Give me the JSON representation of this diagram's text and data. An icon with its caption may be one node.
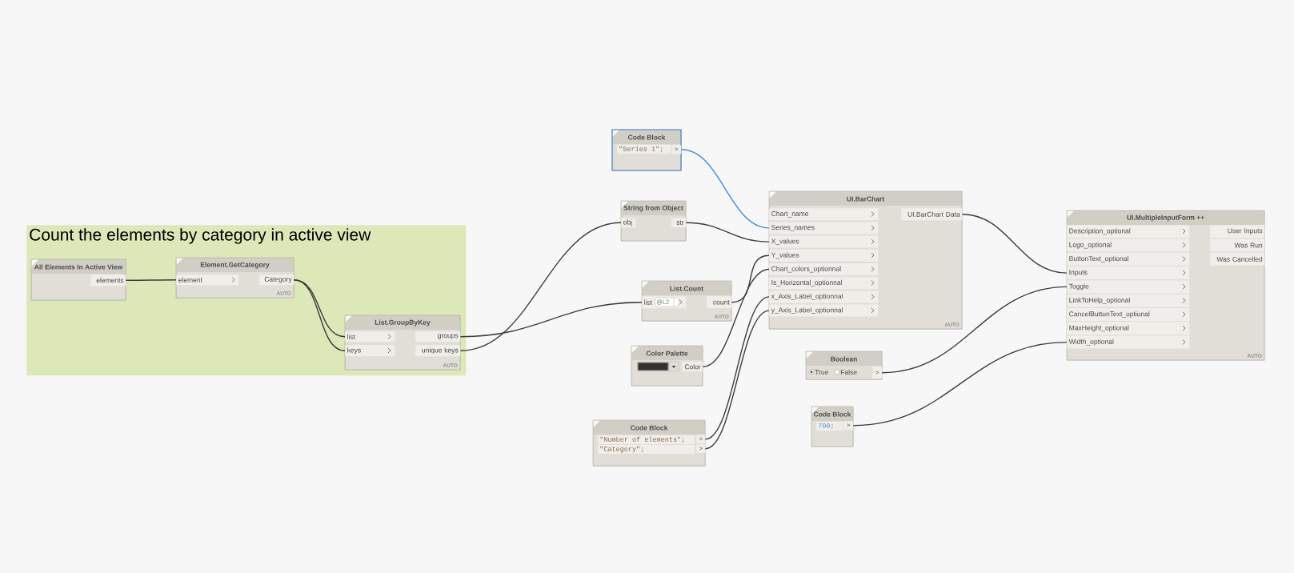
{
  "diagram": {
    "nodes": [
      {
        "text": [
          "Count the elements by category in active view"
        ]
      },
      {
        "text": [
          "All Elements In Active View"
        ],
        "in": 0
      },
      {
        "text": [
          "elements"
        ],
        "in": 1
      },
      {
        "text": [
          "Element.GetCategory",
          "AUTO"
        ],
        "in": 0
      },
      {
        "text": [
          "element"
        ],
        "in": 3
      },
      {
        "text": [
          "Category"
        ],
        "in": 3
      },
      {
        "text": [
          "List.GroupByKey",
          "AUTO"
        ],
        "in": 0
      },
      {
        "text": [
          "list"
        ],
        "in": 6
      },
      {
        "text": [
          "keys"
        ],
        "in": 6
      },
      {
        "text": [
          "groups"
        ],
        "in": 6
      },
      {
        "text": [
          "unique keys"
        ],
        "in": 6
      },
      {
        "text": [
          "Code Block",
          "\"Series 1\";"
        ]
      },
      {
        "text": [
          ">"
        ],
        "in": 11
      },
      {
        "text": [
          "String from Object"
        ]
      },
      {
        "text": [
          "obj"
        ],
        "in": 13
      },
      {
        "text": [
          "str"
        ],
        "in": 13
      },
      {
        "text": [
          "List.Count",
          "AUTO"
        ]
      },
      {
        "text": [
          "list",
          "@L2"
        ],
        "in": 16
      },
      {
        "text": [
          "count"
        ],
        "in": 16
      },
      {
        "text": [
          "UI.BarChart",
          "AUTO"
        ]
      },
      {
        "text": [
          "Chart_name"
        ],
        "in": 19
      },
      {
        "text": [
          "Series_names"
        ],
        "in": 19
      },
      {
        "text": [
          "X_values"
        ],
        "in": 19
      },
      {
        "text": [
          "Y_values"
        ],
        "in": 19
      },
      {
        "text": [
          "Chart_colors_optionnal"
        ],
        "in": 19
      },
      {
        "text": [
          "Is_Horizontal_optionnal"
        ],
        "in": 19
      },
      {
        "text": [
          "x_Axis_Label_optionnal"
        ],
        "in": 19
      },
      {
        "text": [
          "y_Axis_Label_optionnal"
        ],
        "in": 19
      },
      {
        "text": [
          "UI.BarChart Data"
        ],
        "in": 19
      },
      {
        "text": [
          "Color Palette"
        ]
      },
      {
        "text": [
          "Color"
        ],
        "in": 29
      },
      {
        "text": [
          "Code Block",
          "\"Number of elements\";",
          "\"Category\";"
        ]
      },
      {
        "text": [
          ">"
        ],
        "in": 31
      },
      {
        "text": [
          ">"
        ],
        "in": 31
      },
      {
        "text": [
          "Boolean",
          "True",
          "False"
        ]
      },
      {
        "text": [
          ">"
        ],
        "in": 34
      },
      {
        "text": [
          "Code Block",
          "700;"
        ]
      },
      {
        "text": [
          ">"
        ],
        "in": 36
      },
      {
        "text": [
          "UI.MultipleInputForm ++",
          "AUTO"
        ]
      },
      {
        "text": [
          "Description_optional"
        ],
        "in": 38
      },
      {
        "text": [
          "Logo_optional"
        ],
        "in": 38
      },
      {
        "text": [
          "ButtonText_optional"
        ],
        "in": 38
      },
      {
        "text": [
          "Inputs"
        ],
        "in": 38
      },
      {
        "text": [
          "Toggle"
        ],
        "in": 38
      },
      {
        "text": [
          "LinkToHelp_optional"
        ],
        "in": 38
      },
      {
        "text": [
          "CancelButtonText_optional"
        ],
        "in": 38
      },
      {
        "text": [
          "MaxHeight_optional"
        ],
        "in": 38
      },
      {
        "text": [
          "Width_optional"
        ],
        "in": 38
      },
      {
        "text": [
          "User Inputs"
        ],
        "in": 38
      },
      {
        "text": [
          "Was Run"
        ],
        "in": 38
      },
      {
        "text": [
          "Was Cancelled"
        ],
        "in": 38
      }
    ],
    "edges": [
      {
        "from": 2,
        "to": 4,
        "arrow": "none"
      },
      {
        "from": 5,
        "to": 7,
        "arrow": "none"
      },
      {
        "from": 5,
        "to": 8,
        "arrow": "none"
      },
      {
        "from": 9,
        "to": 17,
        "arrow": "none"
      },
      {
        "from": 10,
        "to": 14,
        "arrow": "none"
      },
      {
        "from": 12,
        "to": 21,
        "arrow": "none",
        "color": "#3b8fdf"
      },
      {
        "from": 15,
        "to": 22,
        "arrow": "none"
      },
      {
        "from": 18,
        "to": 23,
        "arrow": "none"
      },
      {
        "from": 30,
        "to": 24,
        "arrow": "none"
      },
      {
        "from": 32,
        "to": 26,
        "arrow": "none"
      },
      {
        "from": 33,
        "to": 27,
        "arrow": "none"
      },
      {
        "from": 28,
        "to": 42,
        "arrow": "none"
      },
      {
        "from": 35,
        "to": 43,
        "arrow": "none"
      },
      {
        "from": 37,
        "to": 47,
        "arrow": "none"
      }
    ]
  }
}
